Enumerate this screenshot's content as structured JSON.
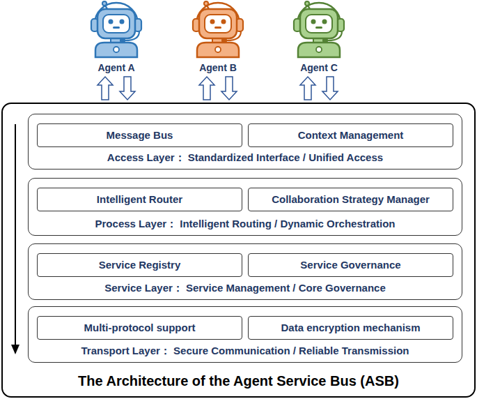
{
  "diagram": {
    "nodes": [
      {
        "text": [
          "Agent A"
        ]
      },
      {
        "text": [
          "Agent B"
        ]
      },
      {
        "text": [
          "Agent C"
        ]
      },
      {
        "text": [
          "The Architecture of the Agent Service Bus (ASB)"
        ]
      },
      {
        "text": [
          "Access Layer： Standardized Interface / Unified Access"
        ],
        "in": 3
      },
      {
        "text": [
          "Message Bus"
        ],
        "in": 4
      },
      {
        "text": [
          "Context Management"
        ],
        "in": 4
      },
      {
        "text": [
          "Process Layer： Intelligent Routing / Dynamic Orchestration"
        ],
        "in": 3
      },
      {
        "text": [
          "Intelligent Router"
        ],
        "in": 7
      },
      {
        "text": [
          "Collaboration Strategy Manager"
        ],
        "in": 7
      },
      {
        "text": [
          "Service Layer： Service Management / Core Governance"
        ],
        "in": 3
      },
      {
        "text": [
          "Service Registry"
        ],
        "in": 10
      },
      {
        "text": [
          "Service Governance"
        ],
        "in": 10
      },
      {
        "text": [
          "Transport Layer： Secure Communication / Reliable Transmission"
        ],
        "in": 3
      },
      {
        "text": [
          "Multi-protocol support"
        ],
        "in": 13
      },
      {
        "text": [
          "Data encryption mechanism"
        ],
        "in": 13
      }
    ],
    "edges": [
      {
        "from": 3,
        "to": 0,
        "arrow": "to"
      },
      {
        "from": 0,
        "to": 3,
        "arrow": "to"
      },
      {
        "from": 3,
        "to": 1,
        "arrow": "to"
      },
      {
        "from": 1,
        "to": 3,
        "arrow": "to"
      },
      {
        "from": 3,
        "to": 2,
        "arrow": "to"
      },
      {
        "from": 2,
        "to": 3,
        "arrow": "to"
      }
    ]
  }
}
